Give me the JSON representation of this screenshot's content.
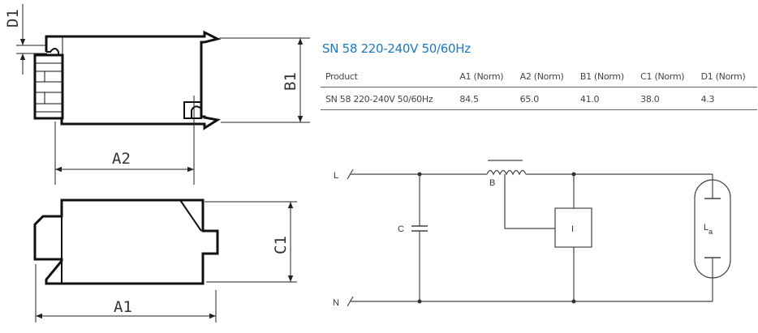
{
  "product_title": "SN 58 220-240V 50/60Hz",
  "table": {
    "headers": [
      "Product",
      "A1 (Norm)",
      "A2 (Norm)",
      "B1 (Norm)",
      "C1 (Norm)",
      "D1 (Norm)"
    ],
    "rows": [
      [
        "SN 58 220-240V 50/60Hz",
        "84.5",
        "65.0",
        "41.0",
        "38.0",
        "4.3"
      ]
    ]
  },
  "dimensions": {
    "a1": "A1",
    "a2": "A2",
    "b1": "B1",
    "c1": "C1",
    "d1": "D1"
  },
  "circuit": {
    "line": "L",
    "neutral": "N",
    "capacitor": "C",
    "ballast": "B",
    "ignitor": "I",
    "lamp": "L",
    "lamp_sub": "a"
  }
}
